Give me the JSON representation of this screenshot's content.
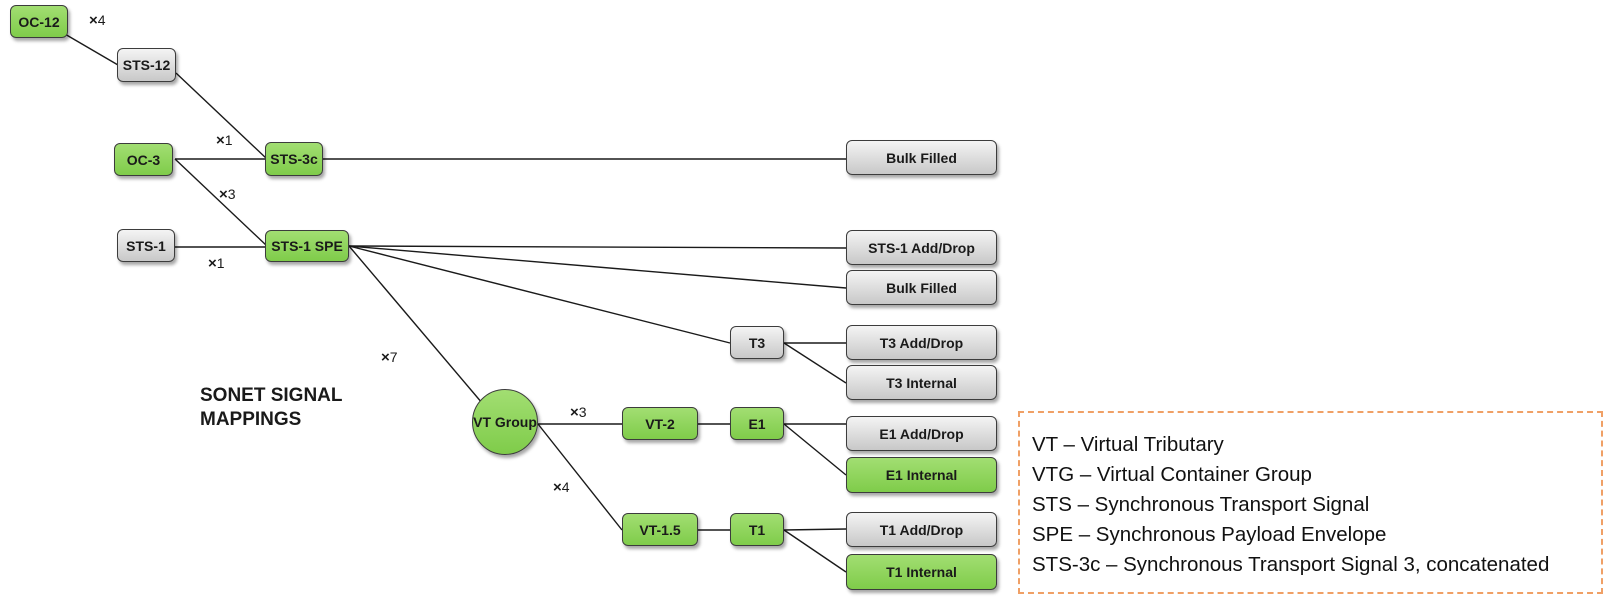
{
  "title": "SONET SIGNAL\nMAPPINGS",
  "nodes": {
    "oc12": "OC-12",
    "sts12": "STS-12",
    "oc3": "OC-3",
    "sts3c": "STS-3c",
    "sts1": "STS-1",
    "sts1spe": "STS-1 SPE",
    "bulk1": "Bulk Filled",
    "sts1adddrop": "STS-1 Add/Drop",
    "bulk2": "Bulk Filled",
    "t3": "T3",
    "t3adddrop": "T3 Add/Drop",
    "t3internal": "T3 Internal",
    "vtgroup": "VT Group",
    "vt2": "VT-2",
    "e1": "E1",
    "e1adddrop": "E1 Add/Drop",
    "e1internal": "E1 Internal",
    "vt15": "VT-1.5",
    "t1": "T1",
    "t1adddrop": "T1 Add/Drop",
    "t1internal": "T1 Internal"
  },
  "multipliers": {
    "oc12_sts12": "4",
    "sts12_sts3c": "1",
    "oc3_spe": "3",
    "sts1_spe": "1",
    "spe_vtg": "7",
    "vtg_vt2": "3",
    "vtg_vt15": "4"
  },
  "multiplier_symbol": "×",
  "legend": [
    "VT – Virtual Tributary",
    "VTG – Virtual Container Group",
    "STS – Synchronous Transport Signal",
    "SPE – Synchronous Payload Envelope",
    "STS-3c – Synchronous Transport Signal 3, concatenated"
  ],
  "colors": {
    "node_green": "#8fd45a",
    "node_grey": "#dcdcdc",
    "legend_border": "#f0a066"
  }
}
